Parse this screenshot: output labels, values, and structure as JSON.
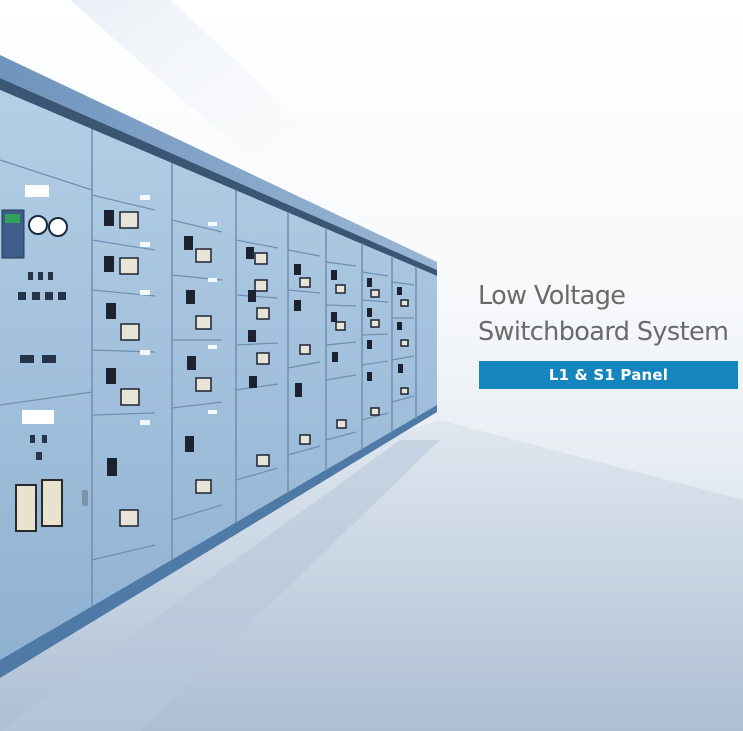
{
  "cover": {
    "title_line_1": "Low Voltage",
    "title_line_2": "Switchboard System",
    "subtitle_badge": "L1 & S1 Panel"
  },
  "colors": {
    "badge_bg": "#1586bd",
    "badge_text": "#ffffff",
    "title_text": "#6a6a6a",
    "panel_blue": "#a9c6e0",
    "panel_edge": "#5a7fa8"
  },
  "image": {
    "subject": "low-voltage-switchboard-lineup",
    "description": "Row of light-blue switchboard cabinets in perspective with meters, breaker handles and indicator modules"
  }
}
